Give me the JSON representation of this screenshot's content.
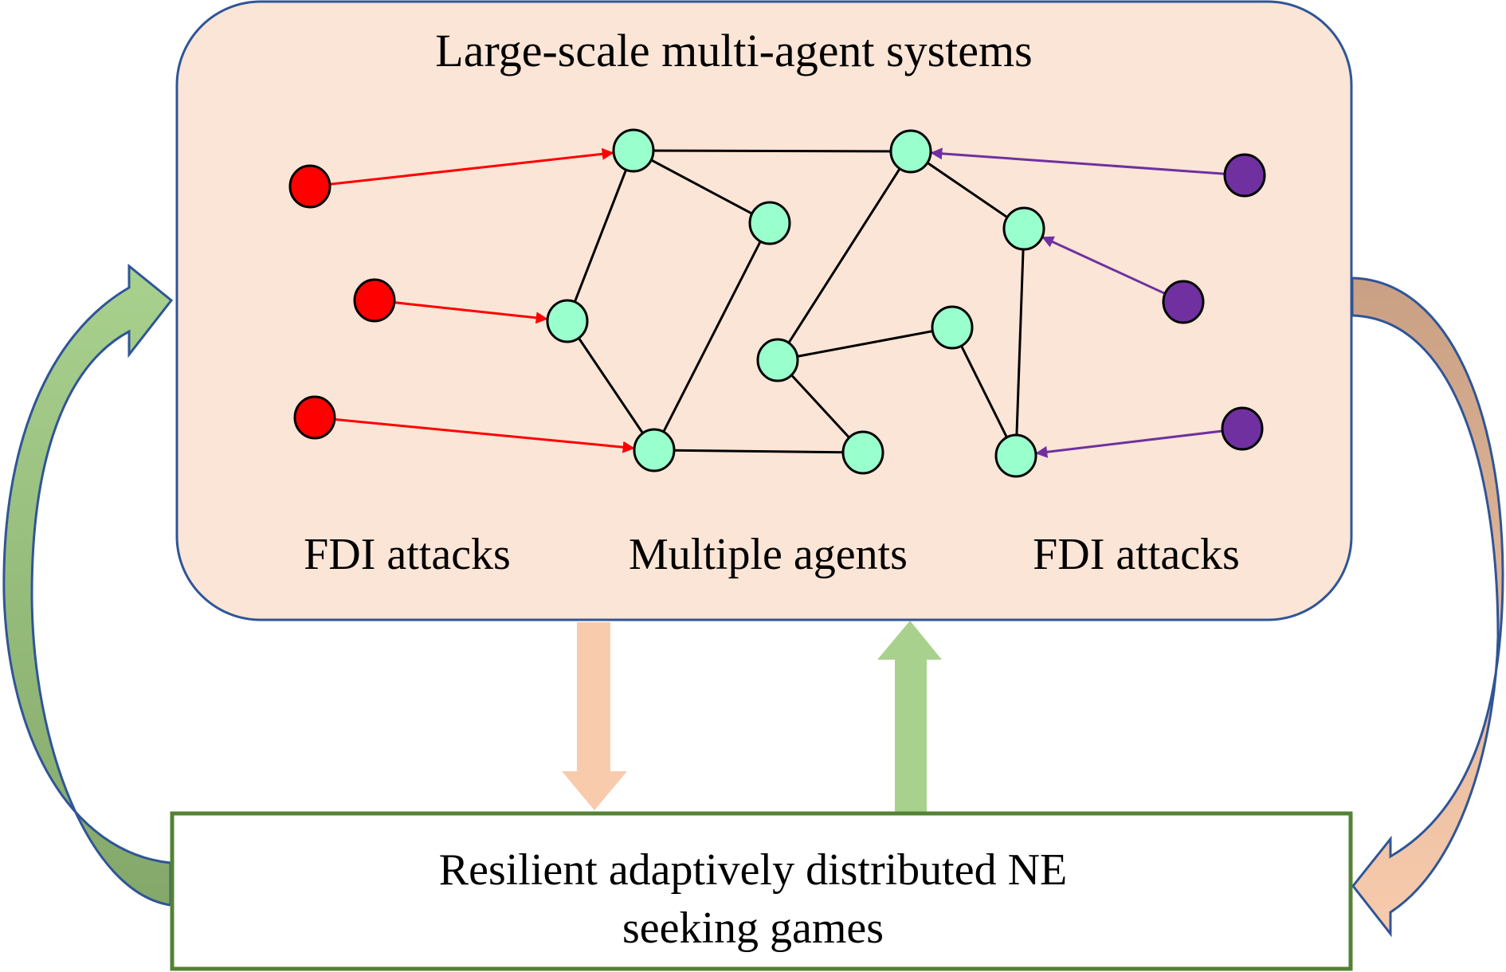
{
  "diagram": {
    "system_box": {
      "title": "Large-scale multi-agent systems",
      "labels": {
        "left": "FDI attacks",
        "center": "Multiple agents",
        "right": "FDI attacks"
      }
    },
    "game_box": {
      "lines": [
        "Resilient adaptively distributed NE",
        "seeking games"
      ]
    },
    "colors": {
      "system_box_fill": "#fbe5d6",
      "system_box_border": "#2f5597",
      "game_box_border": "#548235",
      "agent_node": "#99ffcc",
      "attacker_left": "#ff0000",
      "attacker_right": "#7030a0",
      "arrow_down_orange": "#f8cbad",
      "arrow_up_green": "#a9d18e",
      "curved_left_green_top": "#a9d18e",
      "curved_left_green_bottom": "#84a86a",
      "curved_right_tan_top": "#c9a083",
      "curved_right_tan_bottom": "#f8cbad"
    },
    "graph": {
      "agents": [
        "A",
        "B",
        "C",
        "D",
        "E",
        "F",
        "G",
        "H",
        "I",
        "J"
      ],
      "edges": [
        [
          "A",
          "E"
        ],
        [
          "A",
          "D"
        ],
        [
          "A",
          "B"
        ],
        [
          "B",
          "C"
        ],
        [
          "D",
          "C"
        ],
        [
          "C",
          "I"
        ],
        [
          "E",
          "G"
        ],
        [
          "E",
          "F"
        ],
        [
          "G",
          "H"
        ],
        [
          "G",
          "I"
        ],
        [
          "H",
          "J"
        ],
        [
          "F",
          "J"
        ]
      ],
      "left_attackers": [
        {
          "id": "L1",
          "target": "A"
        },
        {
          "id": "L2",
          "target": "B"
        },
        {
          "id": "L3",
          "target": "C"
        }
      ],
      "right_attackers": [
        {
          "id": "R1",
          "target": "E"
        },
        {
          "id": "R2",
          "target": "F"
        },
        {
          "id": "R3",
          "target": "J"
        }
      ]
    }
  }
}
